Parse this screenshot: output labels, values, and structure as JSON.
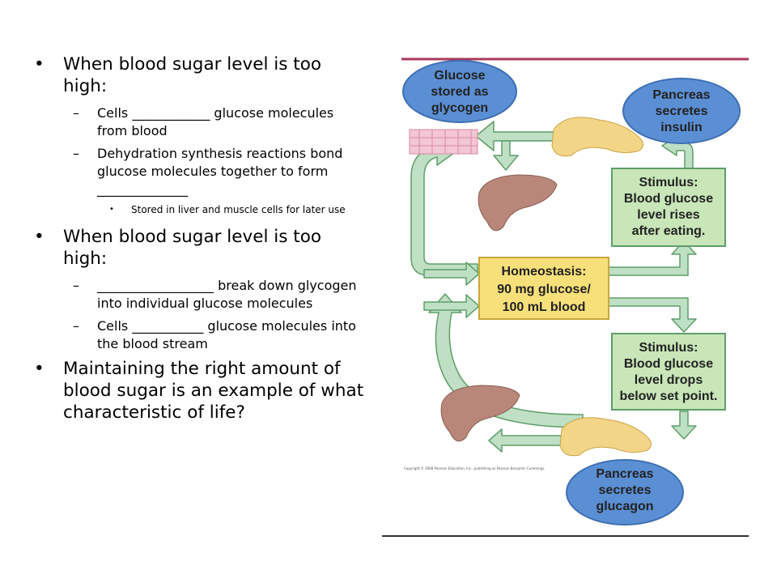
{
  "bullets": {
    "b1": "When blood sugar level is too high:",
    "b1_sub1": "Cells ____________ glucose molecules from blood",
    "b1_sub2": "Dehydration synthesis reactions bond glucose molecules together to form ______________",
    "b1_sub2_sub": "Stored in liver and muscle cells for later use",
    "b2": "When blood sugar level is too high:",
    "b2_sub1": "__________________ break down glycogen into individual glucose molecules",
    "b2_sub2": "Cells ___________ glucose molecules into the blood stream",
    "b3": "Maintaining the right amount of blood sugar is an example of what characteristic of life?"
  },
  "markers": {
    "level1": "•",
    "level2": "–",
    "level3": "•"
  },
  "diagram": {
    "glucose_stored": [
      "Glucose",
      "stored as",
      "glycogen"
    ],
    "pancreas_insulin": [
      "Pancreas",
      "secretes",
      "insulin"
    ],
    "stimulus_rise": [
      "Stimulus:",
      "Blood glucose",
      "level rises",
      "after eating."
    ],
    "homeostasis": [
      "Homeostasis:",
      "90 mg glucose/",
      "100 mL blood"
    ],
    "stimulus_drop": [
      "Stimulus:",
      "Blood glucose",
      "level drops",
      "below set point."
    ],
    "pancreas_glucagon": [
      "Pancreas",
      "secretes",
      "glucagon"
    ],
    "copyright": "Copyright © 2008 Pearson Education, Inc., publishing as Pearson Benjamin Cummings."
  },
  "colors": {
    "oval": "#5b8fd4",
    "box_green": "#c8e6b8",
    "box_yellow": "#f7e07a",
    "arrow": "#bfe0c4",
    "arrow_edge": "#5f9e6a",
    "liver": "#b9877a",
    "pancreas": "#f2d587",
    "top_rule": "#a8395a"
  }
}
